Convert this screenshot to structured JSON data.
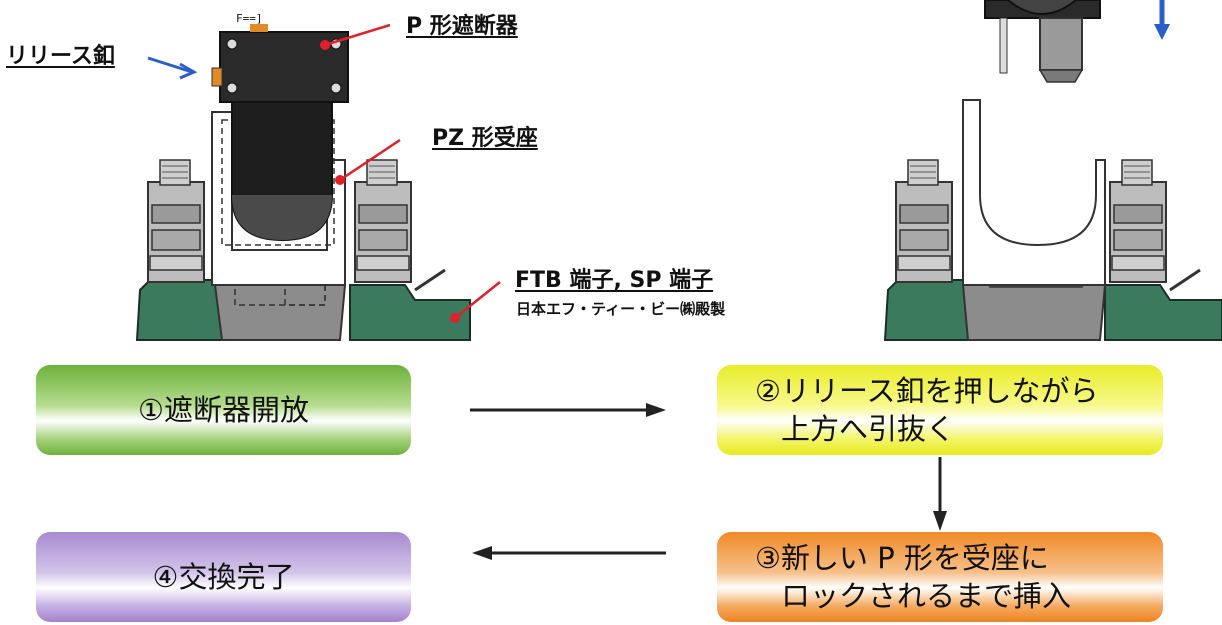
{
  "labels": {
    "release_lever": "リリース釦",
    "p_breaker": "P 形遮断器",
    "pz_socket": "PZ 形受座",
    "ftb_terminal": "FTB 端子, SP 端子",
    "manufacturer": "日本エフ・ティー・ビー㈱殿製"
  },
  "steps": {
    "step1": "①遮断器開放",
    "step2_line1": "②リリース釦を押しながら",
    "step2_line2": "上方へ引抜く",
    "step3_line1": "③新しい P 形を受座に",
    "step3_line2": "ロックされるまで挿入",
    "step4": "④交換完了"
  },
  "colors": {
    "leader_line": "#e0202a",
    "blue_arrow": "#2a5fc9",
    "terminal_green": "#3c7a5e",
    "breaker_black": "#1e1e1e",
    "step_green": "#6cb23a",
    "step_yellow": "#e9ec27",
    "step_orange": "#f08a26",
    "step_purple": "#a78bd0"
  }
}
